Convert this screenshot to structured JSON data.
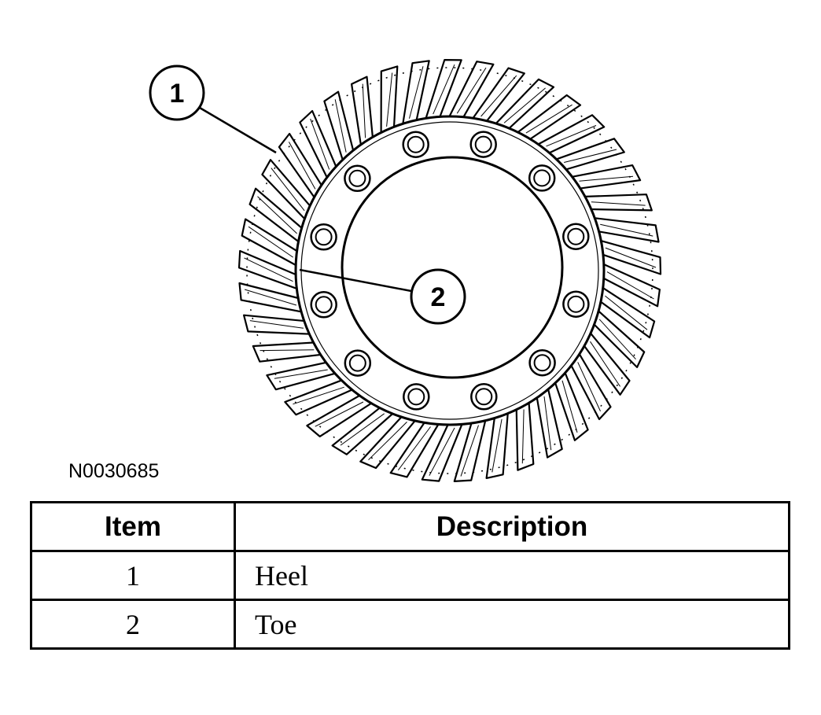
{
  "figure": {
    "code": "N0030685",
    "callouts": [
      {
        "number": "1",
        "meaning": "Heel"
      },
      {
        "number": "2",
        "meaning": "Toe"
      }
    ]
  },
  "legend": {
    "headers": {
      "item": "Item",
      "description": "Description"
    },
    "rows": [
      {
        "item": "1",
        "description": "Heel"
      },
      {
        "item": "2",
        "description": "Toe"
      }
    ]
  }
}
